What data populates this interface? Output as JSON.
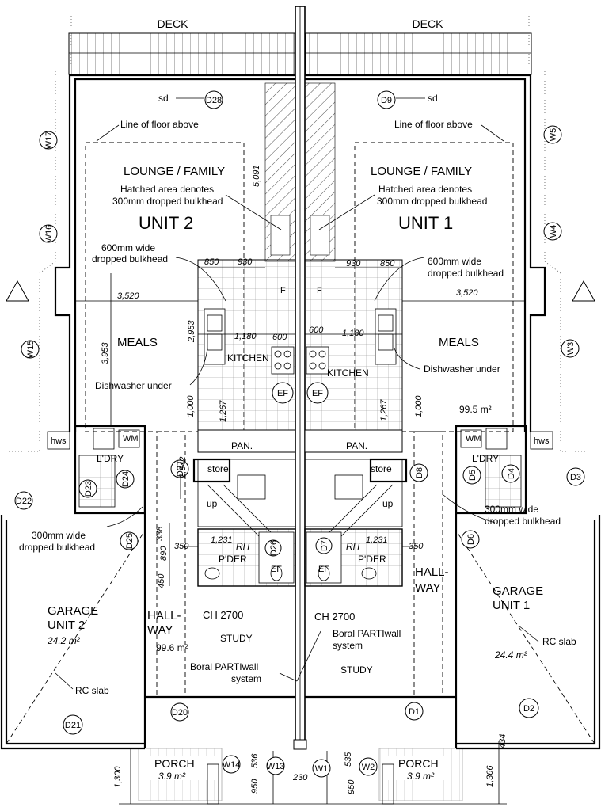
{
  "labels": {
    "deck_left": "DECK",
    "deck_right": "DECK",
    "sd_left": "sd",
    "sd_right": "sd",
    "floor_above_left": "Line of floor above",
    "floor_above_right": "Line of floor above",
    "lounge_left": "LOUNGE / FAMILY",
    "lounge_right": "LOUNGE / FAMILY",
    "hatch_note_left_1": "Hatched area denotes",
    "hatch_note_left_2": "300mm dropped bulkhead",
    "hatch_note_right_1": "Hatched area denotes",
    "hatch_note_right_2": "300mm dropped bulkhead",
    "unit2": "UNIT 2",
    "unit1": "UNIT 1",
    "bulkhead600_left_1": "600mm wide",
    "bulkhead600_left_2": "dropped bulkhead",
    "bulkhead600_right_1": "600mm wide",
    "bulkhead600_right_2": "dropped bulkhead",
    "meals_left": "MEALS",
    "meals_right": "MEALS",
    "kitchen_left": "KITCHEN",
    "kitchen_right": "KITCHEN",
    "dishwasher_left": "Dishwasher under",
    "dishwasher_right": "Dishwasher under",
    "area_unit1": "99.5 m²",
    "pan_left": "PAN.",
    "pan_right": "PAN.",
    "hws_left": "hws",
    "hws_right": "hws",
    "wm_left": "WM",
    "wm_right": "WM",
    "ldry_left": "L'DRY",
    "ldry_right": "L'DRY",
    "store_left": "store",
    "store_right": "store",
    "up_left": "up",
    "up_right": "up",
    "bulkhead300_left_1": "300mm wide",
    "bulkhead300_left_2": "dropped bulkhead",
    "bulkhead300_right_1": "300mm wide",
    "bulkhead300_right_2": "dropped bulkhead",
    "rh_left": "RH",
    "rh_right": "RH",
    "pder_left": "P'DER",
    "pder_right": "P'DER",
    "hallway_left_1": "HALL-",
    "hallway_left_2": "WAY",
    "hallway_right_1": "HALL-",
    "hallway_right_2": "WAY",
    "ch_left": "CH 2700",
    "ch_right": "CH 2700",
    "study_left": "STUDY",
    "study_right": "STUDY",
    "area_unit2": "99.6 m²",
    "partiwall_left_1": "Boral PARTIwall",
    "partiwall_left_2": "system",
    "partiwall_right_1": "Boral PARTIwall",
    "partiwall_right_2": "system",
    "garage_left_1": "GARAGE",
    "garage_left_2": "UNIT 2",
    "garage_left_area": "24.2 m²",
    "garage_right_1": "GARAGE",
    "garage_right_2": "UNIT 1",
    "garage_right_area": "24.4 m²",
    "rcslab_left": "RC slab",
    "rcslab_right": "RC slab",
    "porch_left": "PORCH",
    "porch_right": "PORCH",
    "porch_left_area": "3.9 m²",
    "porch_right_area": "3.9 m²",
    "ef_left_upper": "EF",
    "ef_right_upper": "EF",
    "ef_left_lower": "EF",
    "ef_right_lower": "EF",
    "f_left": "F",
    "f_right": "F"
  },
  "tags": {
    "D28": "D28",
    "D9": "D9",
    "D27": "D27",
    "D8": "D8",
    "D24": "D24",
    "D23": "D23",
    "D5": "D5",
    "D4": "D4",
    "D3": "D3",
    "D22": "D22",
    "D25": "D25",
    "D6": "D6",
    "D26": "D26",
    "D7": "D7",
    "D20": "D20",
    "D1": "D1",
    "D21": "D21",
    "D2": "D2",
    "W17": "W17",
    "W16": "W16",
    "W15": "W15",
    "W5": "W5",
    "W4": "W4",
    "W3": "W3",
    "W14": "W14",
    "W13": "W13",
    "W1": "W1",
    "W2": "W2"
  },
  "dims": {
    "d5091": "5,091",
    "d850_l": "850",
    "d930_l": "930",
    "d930_r": "930",
    "d850_r": "850",
    "d3520_l": "3,520",
    "d3520_r": "3,520",
    "d3953": "3,953",
    "d2953": "2,953",
    "d1180_l": "1,180",
    "d600_l": "600",
    "d600_r": "600",
    "d1180_r": "1,180",
    "d1000_l": "1,000",
    "d1267_l": "1,267",
    "d1267_r": "1,267",
    "d1000_r": "1,000",
    "d2342": "2,342",
    "d338": "338",
    "d890": "890",
    "d450": "450",
    "d350_l": "350",
    "d350_r": "350",
    "d1231_l": "1,231",
    "d1231_r": "1,231",
    "d434": "434",
    "d1300": "1,300",
    "d1366": "1,366",
    "d950_l": "950",
    "d536": "536",
    "d230": "230",
    "d535": "535",
    "d950_r": "950"
  }
}
